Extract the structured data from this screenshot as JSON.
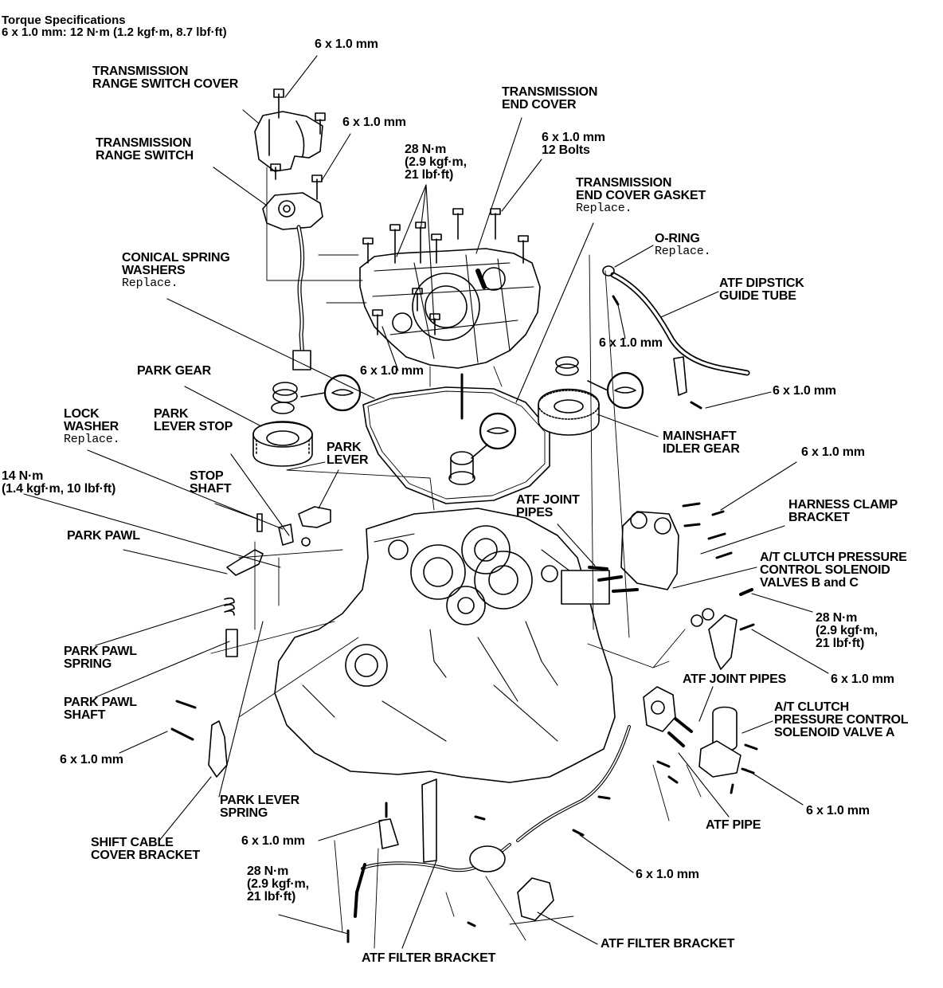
{
  "header": {
    "title": "Torque Specifications",
    "spec": "6 x 1.0 mm: 12 N·m (1.2 kgf·m, 8.7 lbf·ft)"
  },
  "labels": {
    "bolt_6x1_a": "6 x 1.0 mm",
    "range_switch_cover": "TRANSMISSION\nRANGE SWITCH COVER",
    "bolt_6x1_b": "6 x 1.0 mm",
    "range_switch": "TRANSMISSION\nRANGE SWITCH",
    "end_cover": "TRANSMISSION\nEND COVER",
    "end_cover_bolts": "6 x 1.0 mm\n12 Bolts",
    "torque_28_a": "28 N·m\n(2.9 kgf·m,\n21 lbf·ft)",
    "end_cover_gasket": "TRANSMISSION\nEND COVER GASKET",
    "end_cover_gasket_note": "Replace.",
    "conical_washers": "CONICAL SPRING\nWASHERS",
    "conical_washers_note": "Replace.",
    "o_ring": "O-RING",
    "o_ring_note": "Replace.",
    "dipstick_tube": "ATF DIPSTICK\nGUIDE TUBE",
    "bolt_6x1_c": "6 x 1.0 mm",
    "bolt_6x1_d": "6 x 1.0 mm",
    "bolt_6x1_e": "6 x 1.0 mm",
    "park_gear": "PARK GEAR",
    "lock_washer": "LOCK\nWASHER",
    "lock_washer_note": "Replace.",
    "park_lever_stop": "PARK\nLEVER STOP",
    "park_lever": "PARK\nLEVER",
    "mainshaft_idler": "MAINSHAFT\nIDLER GEAR",
    "torque_14": "14 N·m\n(1.4 kgf·m, 10 lbf·ft)",
    "stop_shaft": "STOP\nSHAFT",
    "bolt_6x1_f": "6 x 1.0 mm",
    "atf_joint_pipes_a": "ATF JOINT\nPIPES",
    "harness_clamp": "HARNESS CLAMP\nBRACKET",
    "park_pawl": "PARK PAWL",
    "solenoid_bc": "A/T CLUTCH PRESSURE\nCONTROL SOLENOID\nVALVES B and C",
    "torque_28_b": "28 N·m\n(2.9 kgf·m,\n21 lbf·ft)",
    "park_pawl_spring": "PARK PAWL\nSPRING",
    "bolt_6x1_g": "6 x 1.0 mm",
    "atf_joint_pipes_b": "ATF JOINT PIPES",
    "park_pawl_shaft": "PARK PAWL\nSHAFT",
    "solenoid_a": "A/T CLUTCH\nPRESSURE CONTROL\nSOLENOID VALVE A",
    "bolt_6x1_h": "6 x 1.0 mm",
    "park_lever_spring": "PARK LEVER\nSPRING",
    "bolt_6x1_i": "6 x 1.0 mm",
    "atf_pipe": "ATF PIPE",
    "shift_cable_bracket": "SHIFT CABLE\nCOVER BRACKET",
    "bolt_6x1_j": "6 x 1.0 mm",
    "bolt_6x1_k": "6 x 1.0 mm",
    "torque_28_c": "28 N·m\n(2.9 kgf·m,\n21 lbf·ft)",
    "atf_filter_bracket_a": "ATF FILTER BRACKET",
    "atf_filter_bracket_b": "ATF FILTER BRACKET"
  }
}
